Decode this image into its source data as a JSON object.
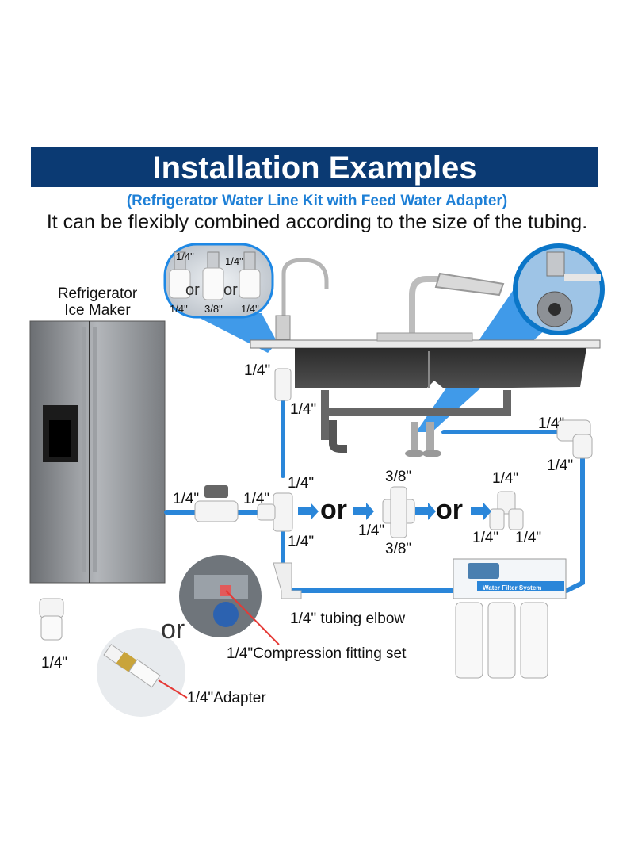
{
  "header": {
    "title": "Installation Examples",
    "subtitle": "(Refrigerator Water Line Kit with Feed Water Adapter)",
    "description": "It can be flexibly combined according to the size of the tubing."
  },
  "refrigerator": {
    "label_line1": "Refrigerator",
    "label_line2": "Ice Maker"
  },
  "inset_fittings": {
    "top_left": "1/4\"",
    "top_right": "1/4\"",
    "or_1": "or",
    "or_2": "or",
    "bottom_left": "1/4\"",
    "bottom_mid": "3/8\"",
    "bottom_right": "1/4\""
  },
  "labels": {
    "faucet_fitting": "1/4\"",
    "faucet_tube": "1/4\"",
    "valve_left": "1/4\"",
    "valve_right": "1/4\"",
    "tee_top": "1/4\"",
    "tee_bottom": "1/4\"",
    "alt_tee_top": "3/8\"",
    "alt_tee_left": "1/4\"",
    "alt_tee_bottom": "3/8\"",
    "y_top": "1/4\"",
    "y_left": "1/4\"",
    "y_right": "1/4\"",
    "elbow_top": "1/4\"",
    "elbow_right": "1/4\"",
    "or_big_1": "or",
    "or_big_2": "or",
    "tubing_elbow": "1/4\" tubing elbow",
    "compression_set": "1/4\"Compression fitting set",
    "adapter": "1/4\"Adapter",
    "or_left": "or",
    "small_fitting": "1/4\""
  },
  "filter": {
    "label": "Water Filter System"
  },
  "colors": {
    "banner": "#0b3a73",
    "subtitle": "#1d7fd6",
    "tubing": "#2a86d9",
    "callout": "#1e88e5"
  }
}
